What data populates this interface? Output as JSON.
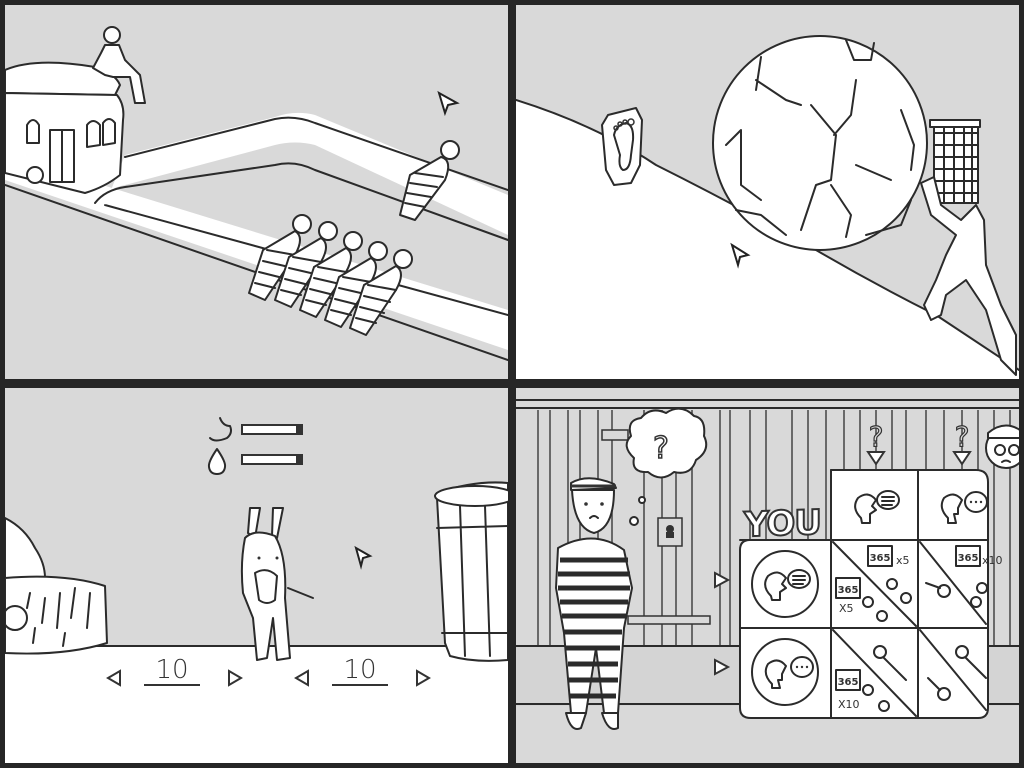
{
  "panels": [
    {
      "id": "trolley",
      "scene": "Trolley problem",
      "track_main_victims": 5,
      "track_branch_victims": 1
    },
    {
      "id": "sisyphus",
      "scene": "Sisyphus pushing boulder uphill",
      "badge": "footprint"
    },
    {
      "id": "donkey",
      "scene": "Buridan's donkey",
      "status_bars": [
        {
          "icon": "stomach-icon",
          "label": "hunger",
          "fill_pct": 95
        },
        {
          "icon": "water-drop-icon",
          "label": "thirst",
          "fill_pct": 95
        }
      ],
      "left_counter": {
        "value": "10",
        "decrement": "◁",
        "increment": "▷"
      },
      "right_counter": {
        "value": "10",
        "decrement": "◁",
        "increment": "▷"
      }
    },
    {
      "id": "prisoner",
      "scene": "Prisoner's dilemma",
      "thought_bubble": "?",
      "you_label": "YOU",
      "opponent_choices": [
        "?",
        "?"
      ],
      "row_labels": [
        "confess",
        "stay-silent"
      ],
      "col_labels": [
        "confess",
        "stay-silent"
      ],
      "matrix": [
        [
          {
            "you": "365 ×5",
            "them": "365 ×5"
          },
          {
            "you": "key",
            "them": "365 ×10"
          }
        ],
        [
          {
            "you": "365 ×10",
            "them": "key"
          },
          {
            "you": "key",
            "them": "key"
          }
        ]
      ],
      "calendar_text": "365",
      "mult_x5": "x5",
      "mult_x10": "x10",
      "mult_X5": "X5",
      "mult_X10": "X10"
    }
  ],
  "colors": {
    "frame": "#262626",
    "background": "#d9d9d9",
    "ink": "#2b2b2b",
    "paper": "#ffffff"
  }
}
